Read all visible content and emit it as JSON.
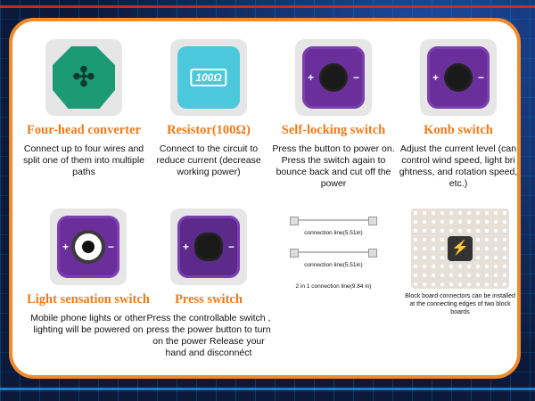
{
  "items": [
    {
      "title": "Four-head converter",
      "desc": "Connect up to four wires and split one of them into multiple paths"
    },
    {
      "title": "Resistor(100Ω)",
      "desc": "Connect to the circuit to reduce current (decrease working power)",
      "label": "100Ω"
    },
    {
      "title": "Self-locking switch",
      "desc": "Press the button to power on. Press the switch again to bounce back and cut off the power"
    },
    {
      "title": "Konb switch",
      "desc": "Adjust the current level (can control wind speed, light bri ghtness, and rotation speed, etc.)"
    },
    {
      "title": "Light sensation switch",
      "desc": "Mobile phone lights or other lighting will be powered on"
    },
    {
      "title": "Press switch",
      "desc": "Press the controllable switch , press the power button to turn on the power Release your hand and disconnéct"
    }
  ],
  "wires": {
    "line1": "connection line(5.51in)",
    "line2": "connection line(5.51in)",
    "line3": "2 in 1 connection line(9.84 in)"
  },
  "board": {
    "note": "Block board connectors can be installed at the connecting edges of two block boards"
  },
  "colors": {
    "accent": "#f07a1a",
    "purple": "#6a2f9a",
    "green": "#1c9a74",
    "cyan": "#4cc8dc"
  }
}
